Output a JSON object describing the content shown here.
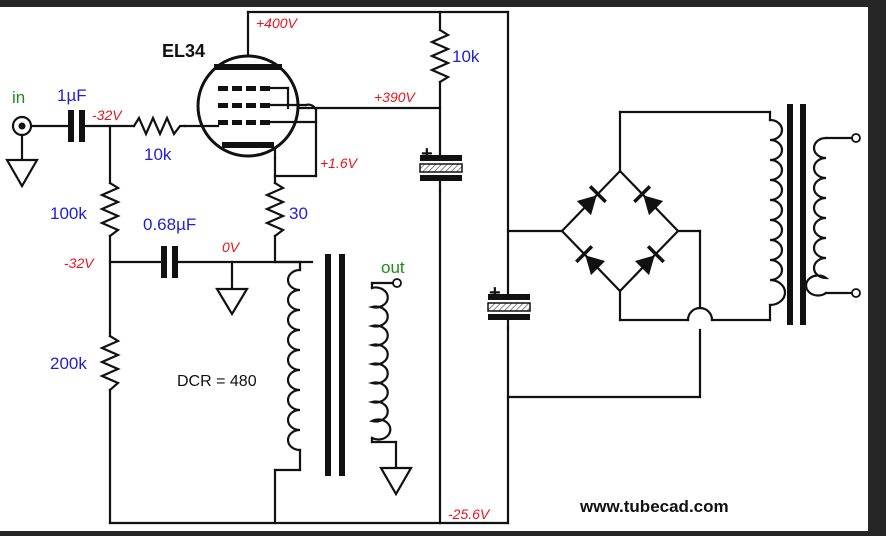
{
  "colors": {
    "background": "#262626",
    "panel": "#ffffff",
    "component_value": "#1f1fd6",
    "voltage": "#e8141c",
    "io_label": "#1a8f1a",
    "wire": "#111111"
  },
  "tube": {
    "type": "EL34"
  },
  "labels": {
    "input": "in",
    "output": "out",
    "c_input": "1µF",
    "r_grid": "10k",
    "r_100k": "100k",
    "c_068": "0.68µF",
    "r_200k": "200k",
    "r_cathode": "30",
    "r_supply": "10k",
    "dcr": "DCR = 480",
    "website": "www.tubecad.com",
    "cap_plus_1": "+",
    "cap_plus_2": "+"
  },
  "voltages": {
    "plate": "+400V",
    "screen": "+390V",
    "grid_left": "-32V",
    "divider": "-32V",
    "cathode": "+1.6V",
    "ground_ref": "0V",
    "negative_rail": "-25.6V"
  }
}
